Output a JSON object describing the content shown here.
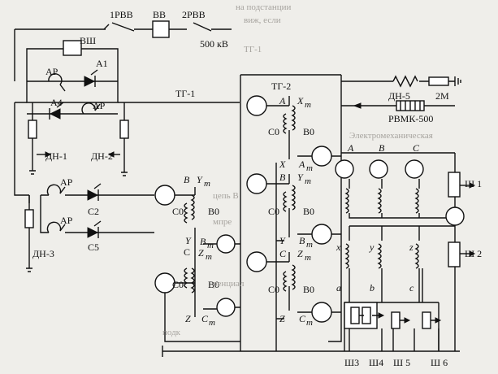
{
  "labels": {
    "rvv1": "1РВВ",
    "vv": "ВВ",
    "rvv2": "2РВВ",
    "kv500": "500 кВ",
    "vsh": "ВШ",
    "ar1": "АР",
    "a1": "А1",
    "a4": "А4",
    "ar2": "АР",
    "tg1": "ТГ-1",
    "dn1": "ДН-1",
    "dn2": "ДН-2",
    "ar3": "АР",
    "c2": "С2",
    "ar4": "АР",
    "c5": "С5",
    "dn3": "ДН-3",
    "tg2": "ТГ-2",
    "dn5": "ДН-5",
    "m2": "2М",
    "rvmk": "РВМК-500",
    "sh1": "Ш 1",
    "sh2": "Ш 2",
    "sh3": "Ш3",
    "sh4": "Ш4",
    "sh5": "Ш 5",
    "sh6": "Ш 6"
  },
  "transformer_mid": {
    "top": {
      "term": "B",
      "sub": "Y",
      "co": "С0",
      "bo": "В0",
      "out": "B",
      "outsub": "m"
    },
    "bottom": {
      "term": "C",
      "sub": "Z",
      "co": "С0",
      "bo": "В0",
      "out": "C",
      "outsub": "m",
      "zsub": "Z",
      "zsubm": "m"
    }
  },
  "transformer_right": {
    "a": {
      "term": "A",
      "sub": "X",
      "subm": "m",
      "co": "С0",
      "bo": "В0",
      "x": "X",
      "am": "A",
      "amsub": "m"
    },
    "b": {
      "term": "B",
      "sub": "Y",
      "subm": "m",
      "co": "С0",
      "bo": "В0",
      "y": "Y",
      "bm": "B",
      "bmsub": "m"
    },
    "c": {
      "term": "C",
      "sub": "Z",
      "subm": "m",
      "co": "С0",
      "bo": "В0",
      "z": "Z",
      "cm": "C",
      "cmsub": "m"
    }
  },
  "phases": {
    "top": [
      "A",
      "B",
      "C"
    ],
    "lower": [
      "x",
      "y",
      "z"
    ],
    "bottom": [
      "a",
      "b",
      "c"
    ]
  },
  "background_text": [
    "на подстанции",
    "виж, если",
    "ТГ-1",
    "Электромеханическая",
    "цепь В",
    "мпре",
    "ренциал",
    "подк"
  ]
}
